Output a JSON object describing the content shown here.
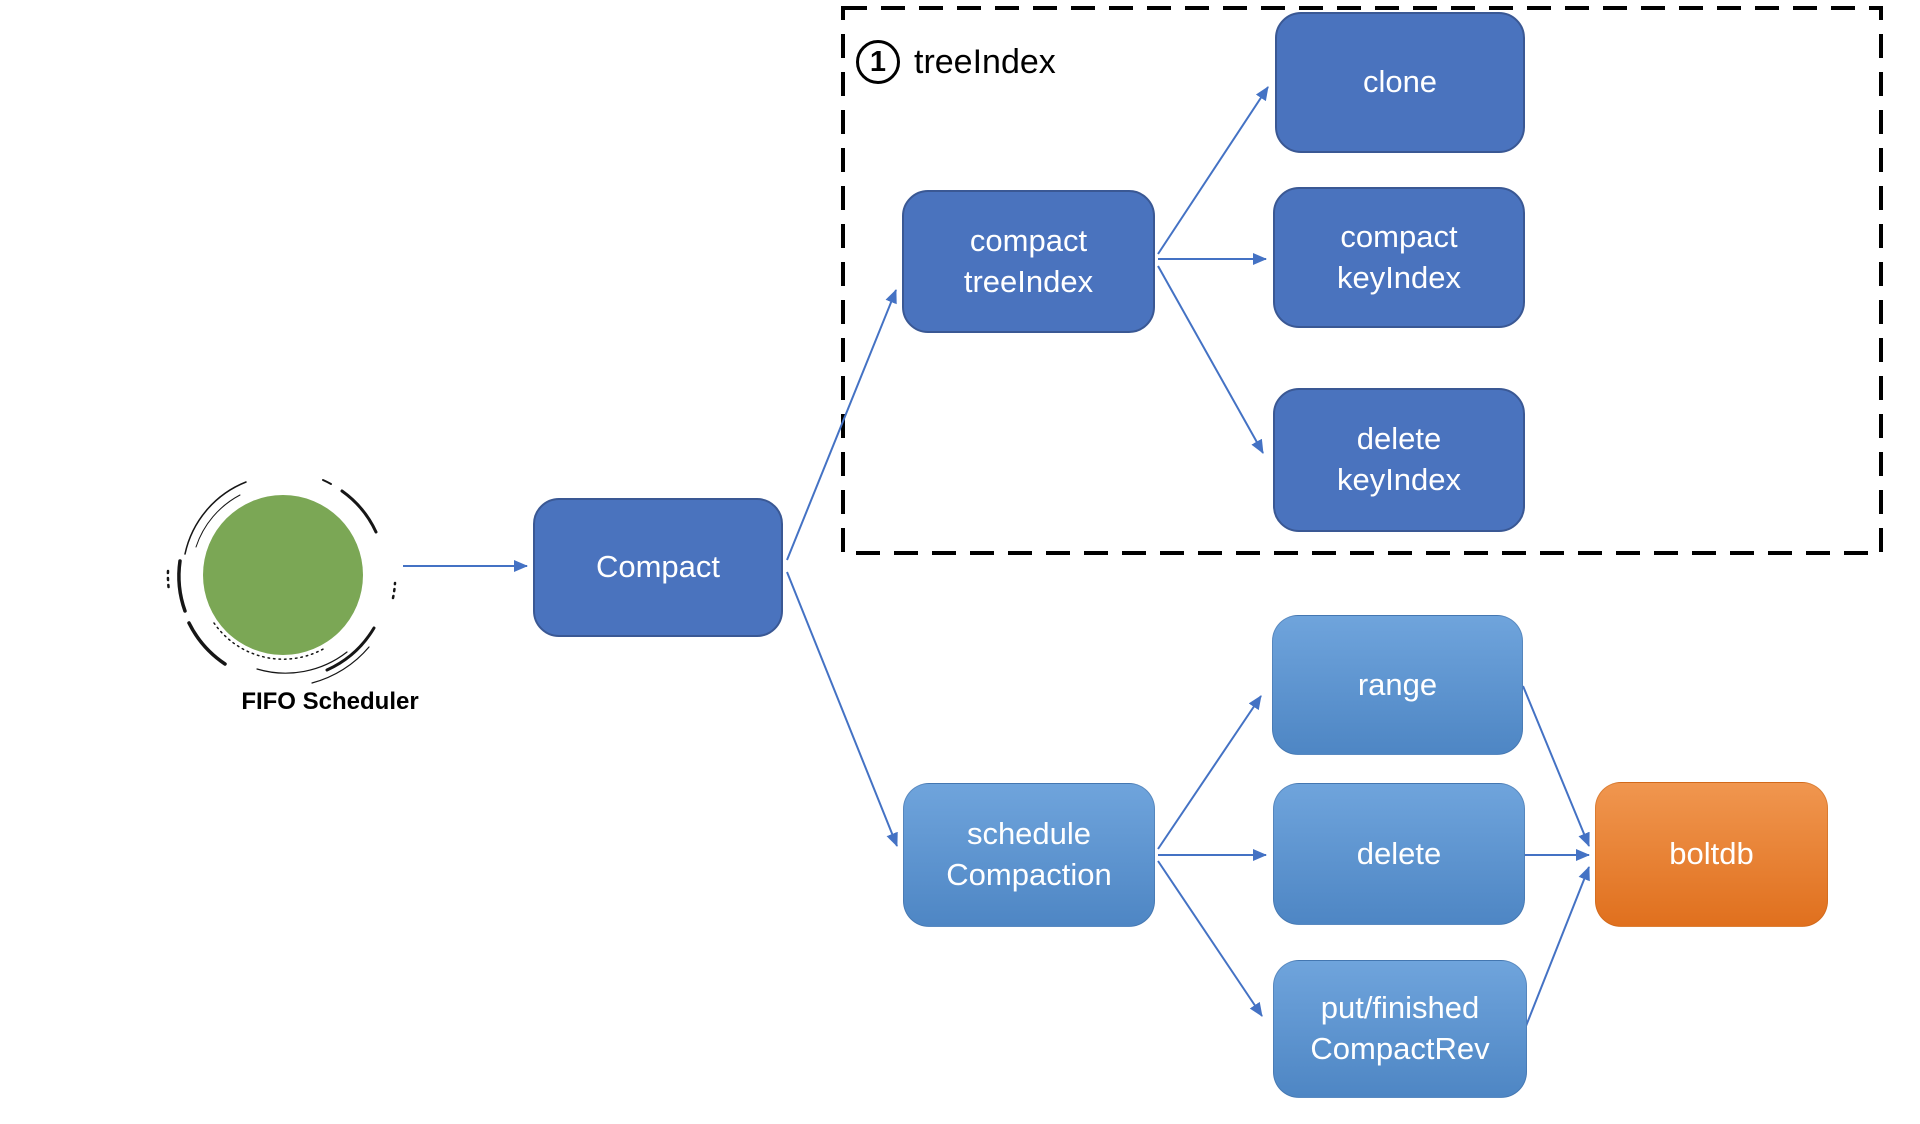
{
  "scheduler": {
    "label": "FIFO Scheduler"
  },
  "group_treeindex": {
    "badge": "1",
    "label": "treeIndex"
  },
  "nodes": {
    "compact": {
      "label": "Compact"
    },
    "compact_treeindex": {
      "label": "compact\ntreeIndex"
    },
    "clone": {
      "label": "clone"
    },
    "compact_keyindex": {
      "label": "compact\nkeyIndex"
    },
    "delete_keyindex": {
      "label": "delete\nkeyIndex"
    },
    "schedule_compaction": {
      "label": "schedule\nCompaction"
    },
    "range": {
      "label": "range"
    },
    "delete": {
      "label": "delete"
    },
    "put_finished_compactrev": {
      "label": "put/finished\nCompactRev"
    },
    "boltdb": {
      "label": "boltdb"
    }
  },
  "colors": {
    "dark_blue": "#4A73BE",
    "dark_blue_border": "#3A5894",
    "light_blue_top": "#6FA4DC",
    "light_blue_bottom": "#4E86C4",
    "orange_top": "#F0964F",
    "orange_bottom": "#E0701E",
    "green": "#7BA755",
    "arrow": "#4472C4",
    "dash": "#000000"
  }
}
